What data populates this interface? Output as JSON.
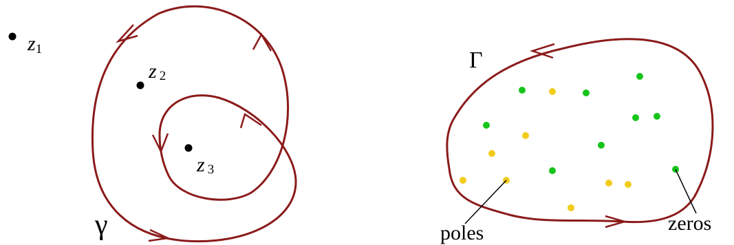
{
  "left_panel": {
    "points": [
      {
        "letter": "z",
        "subscript": "1"
      },
      {
        "letter": "z",
        "subscript": "2"
      },
      {
        "letter": "z",
        "subscript": "3"
      }
    ],
    "curve_label": "γ"
  },
  "right_panel": {
    "curve_label": "Γ",
    "poles_label": "poles",
    "zeros_label": "zeros"
  },
  "colors": {
    "curve": "#8b1a1a",
    "zero": "#16c41a",
    "pole": "#f2cc1c",
    "point": "#000000"
  }
}
